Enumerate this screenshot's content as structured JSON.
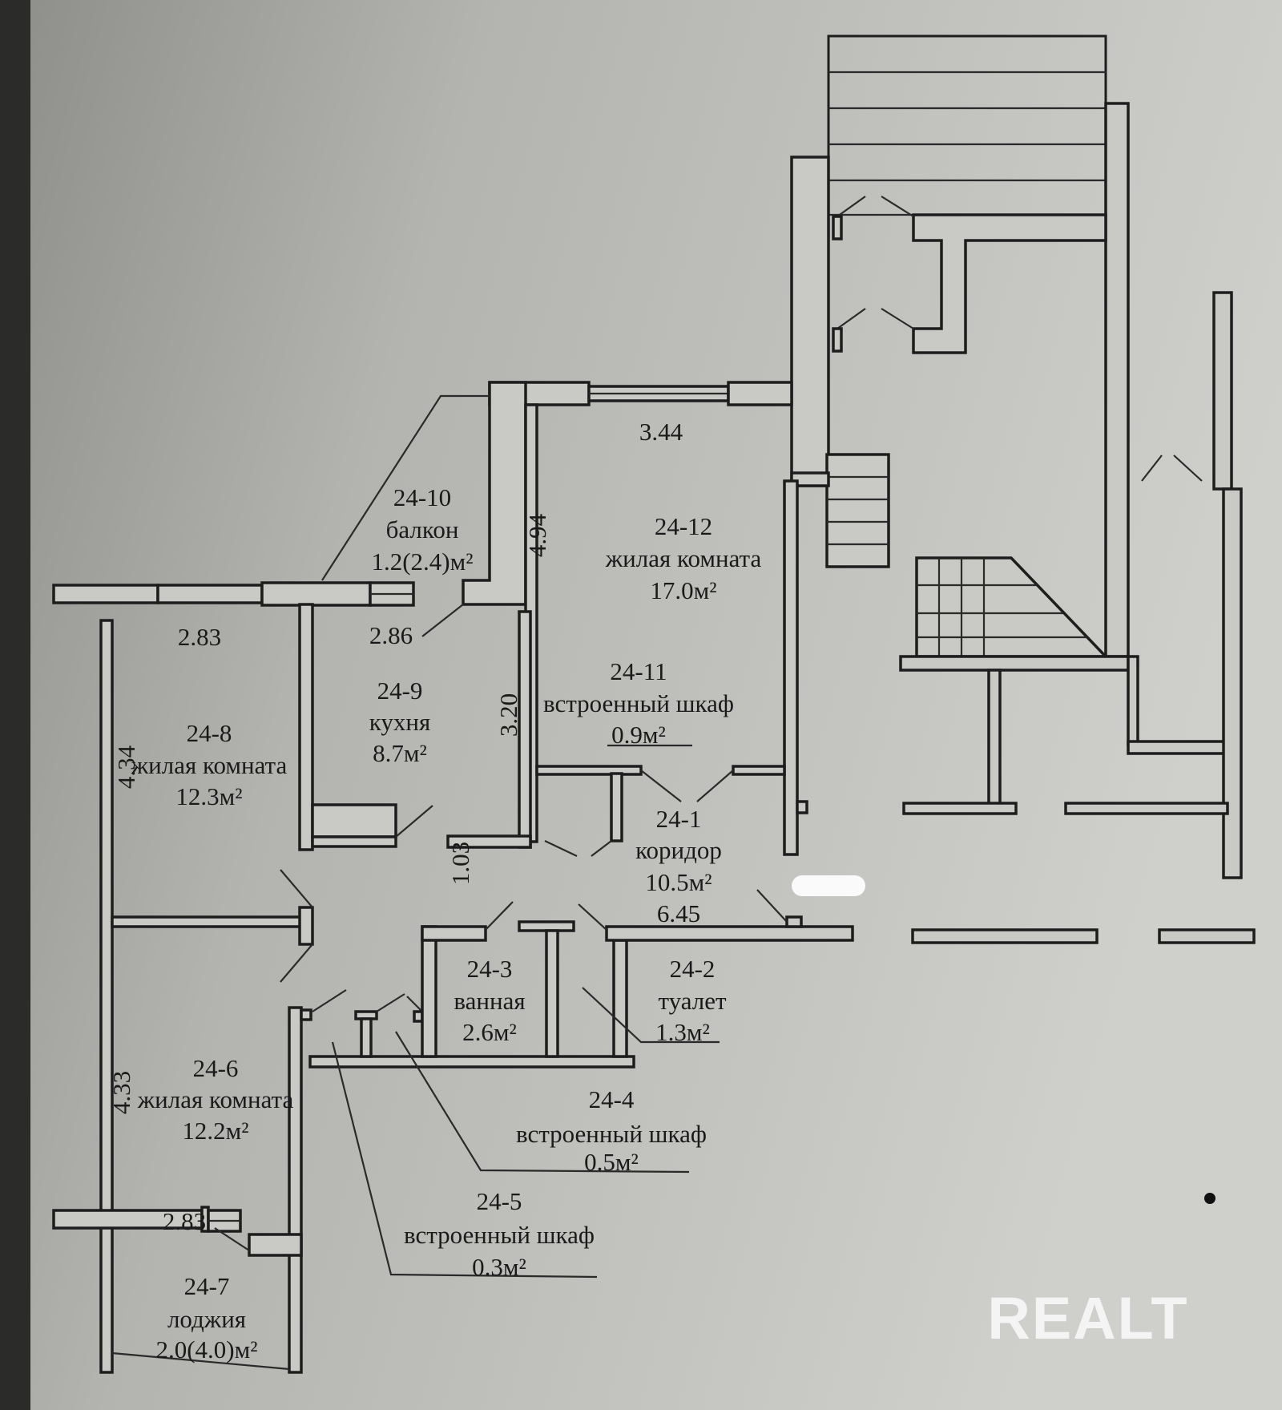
{
  "rooms": [
    {
      "id": "24-10",
      "name": "балкон",
      "area": "1.2(2.4)м²"
    },
    {
      "id": "24-12",
      "name": "жилая комната",
      "area": "17.0м²"
    },
    {
      "id": "24-9",
      "name": "кухня",
      "area": "8.7м²"
    },
    {
      "id": "24-11",
      "name": "встроенный шкаф",
      "area": "0.9м²"
    },
    {
      "id": "24-8",
      "name": "жилая комната",
      "area": "12.3м²"
    },
    {
      "id": "24-1",
      "name": "коридор",
      "area": "10.5м²"
    },
    {
      "id": "24-3",
      "name": "ванная",
      "area": "2.6м²"
    },
    {
      "id": "24-2",
      "name": "туалет",
      "area": "1.3м²"
    },
    {
      "id": "24-6",
      "name": "жилая комната",
      "area": "12.2м²"
    },
    {
      "id": "24-4",
      "name": "встроенный шкаф",
      "area": "0.5м²"
    },
    {
      "id": "24-5",
      "name": "встроенный шкаф",
      "area": "0.3м²"
    },
    {
      "id": "24-7",
      "name": "лоджия",
      "area": "2.0(4.0)м²"
    }
  ],
  "dimensions": {
    "room12_width": "3.44",
    "room12_length": "4.94",
    "room8_width": "2.83",
    "kitchen_width": "2.86",
    "kitchen_length": "3.20",
    "room8_length": "4.34",
    "corridor_width": "1.03",
    "corridor_length": "6.45",
    "room6_length": "4.33",
    "room6_width": "2.83"
  },
  "watermark": "REALT"
}
